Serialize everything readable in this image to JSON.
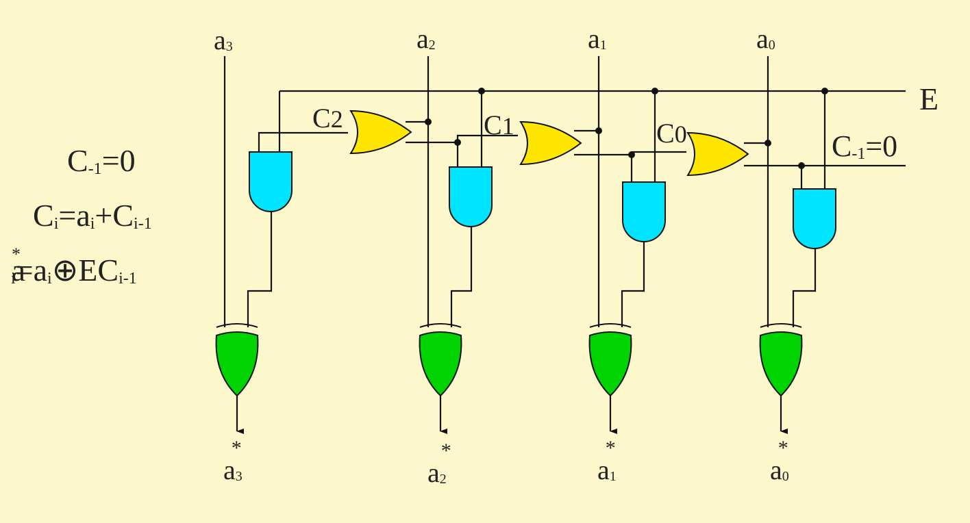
{
  "colors": {
    "background": "#fdf8cc",
    "or_gate": "#ffe600",
    "and_gate": "#00e5ff",
    "xor_gate": "#00d400",
    "wire": "#111111"
  },
  "formulas": {
    "c_minus1": {
      "base": "C",
      "sub": "-1",
      "rest": "=0"
    },
    "ci": {
      "c": "C",
      "i": "i",
      "eq": "=",
      "a": "a",
      "ai": "i",
      "plus": "+",
      "c2": "C",
      "sub2": "i-1"
    },
    "ai_star": {
      "a": "a",
      "star": "*",
      "sub": "i",
      "eq": "=",
      "a2": "a",
      "sub2": "i",
      "xor": "⊕",
      "e": "E",
      "c": "C",
      "sub3": "i-1"
    }
  },
  "inputs": [
    {
      "name": "a",
      "sub": "3"
    },
    {
      "name": "a",
      "sub": "2"
    },
    {
      "name": "a",
      "sub": "1"
    },
    {
      "name": "a",
      "sub": "0"
    }
  ],
  "outputs": [
    {
      "name": "a",
      "sub": "3",
      "star": "*"
    },
    {
      "name": "a",
      "sub": "2",
      "star": "*"
    },
    {
      "name": "a",
      "sub": "1",
      "star": "*"
    },
    {
      "name": "a",
      "sub": "0",
      "star": "*"
    }
  ],
  "carry_labels": [
    {
      "name": "C",
      "sub": "2"
    },
    {
      "name": "C",
      "sub": "1"
    },
    {
      "name": "C",
      "sub": "0"
    }
  ],
  "e_label": "E",
  "c_minus1_right": {
    "base": "C",
    "sub": "-1",
    "rest": "=0"
  },
  "gates": {
    "or_count": 3,
    "and_count": 4,
    "xor_count": 4
  }
}
